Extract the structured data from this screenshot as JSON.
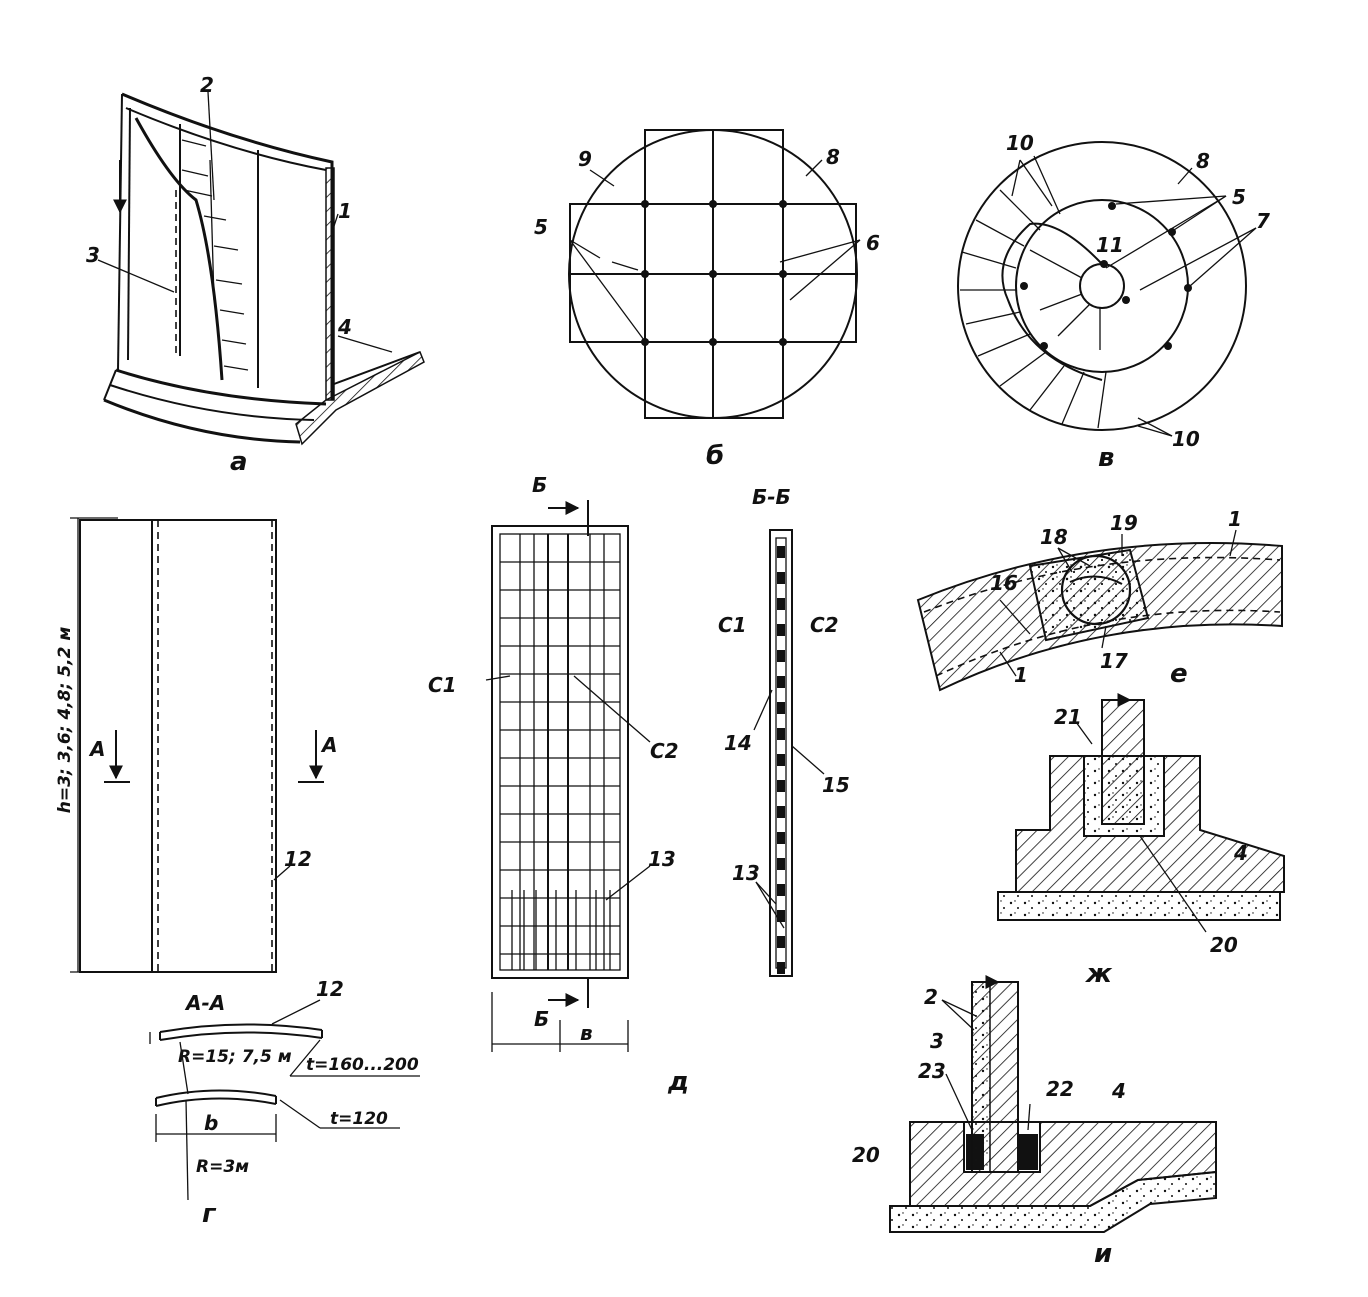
{
  "views": {
    "a": "а",
    "b": "б",
    "v": "в",
    "g": "г",
    "d": "д",
    "e": "е",
    "zh": "ж",
    "i": "и"
  },
  "callouts": {
    "n1": "1",
    "n2": "2",
    "n3": "3",
    "n4": "4",
    "n5": "5",
    "n6": "6",
    "n7": "7",
    "n8": "8",
    "n9": "9",
    "n10": "10",
    "n11": "11",
    "n12": "12",
    "n13": "13",
    "n14": "14",
    "n15": "15",
    "n16": "16",
    "n17": "17",
    "n18": "18",
    "n19": "19",
    "n20": "20",
    "n21": "21",
    "n22": "22",
    "n23": "23"
  },
  "marks": {
    "c1": "С1",
    "c2": "С2",
    "section_b": "Б",
    "section_bb": "Б-Б",
    "section_a": "А",
    "section_aa": "А-А",
    "dim_b": "b",
    "dim_v": "в"
  },
  "dimensions": {
    "height": "h=3; 3,6; 4,8; 5,2 м",
    "radius_large": "R=15; 7,5 м",
    "thickness_large": "t=160...200",
    "radius_small": "R=3м",
    "thickness_small": "t=120"
  }
}
